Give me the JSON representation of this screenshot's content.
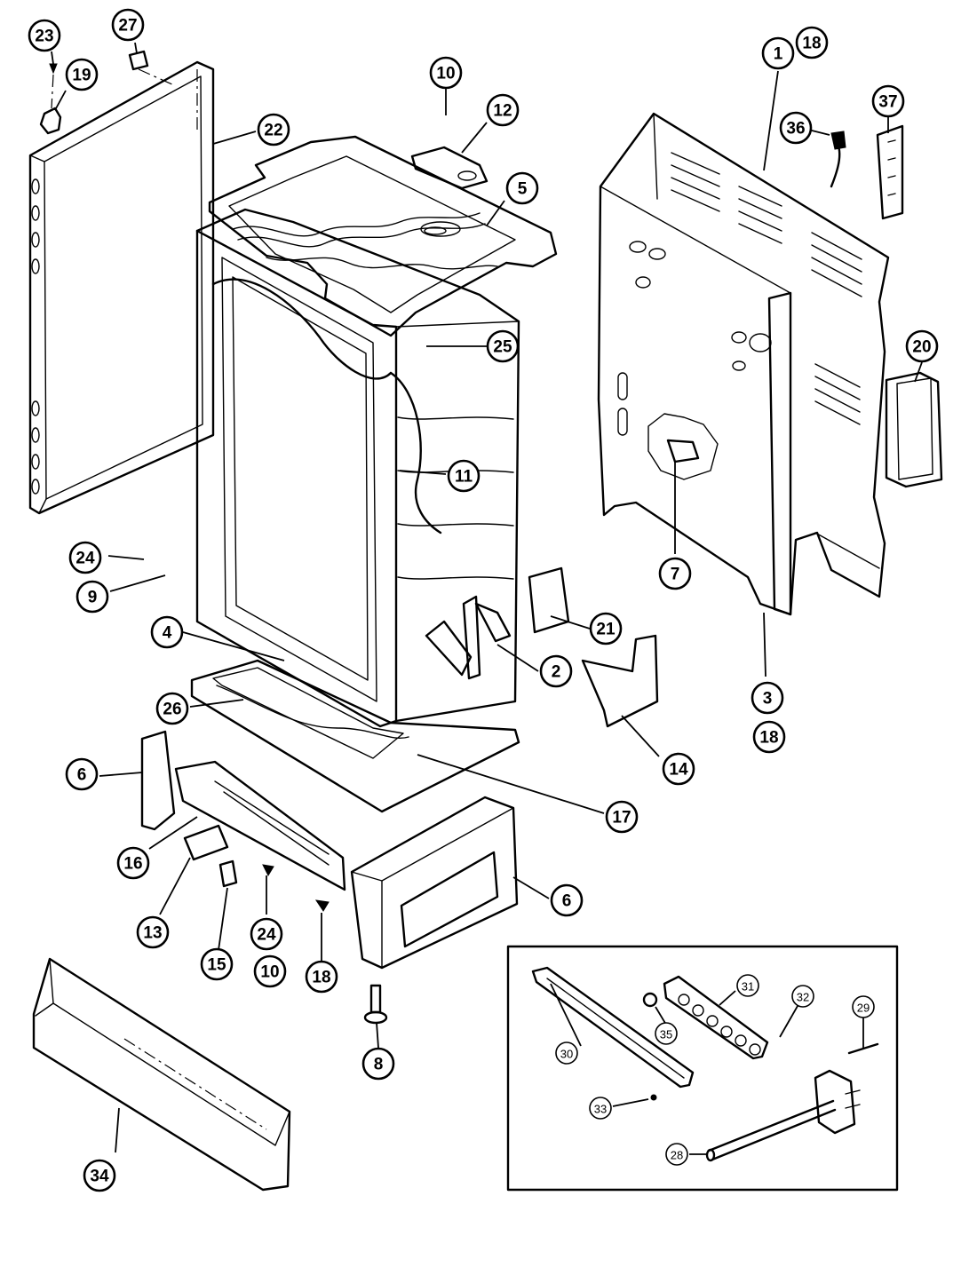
{
  "diagram": {
    "callouts": [
      {
        "id": "c23",
        "label": "23"
      },
      {
        "id": "c27",
        "label": "27"
      },
      {
        "id": "c19",
        "label": "19"
      },
      {
        "id": "c22",
        "label": "22"
      },
      {
        "id": "c10a",
        "label": "10"
      },
      {
        "id": "c12",
        "label": "12"
      },
      {
        "id": "c5",
        "label": "5"
      },
      {
        "id": "c1",
        "label": "1"
      },
      {
        "id": "c18a",
        "label": "18"
      },
      {
        "id": "c36",
        "label": "36"
      },
      {
        "id": "c37",
        "label": "37"
      },
      {
        "id": "c25",
        "label": "25"
      },
      {
        "id": "c20",
        "label": "20"
      },
      {
        "id": "c11",
        "label": "11"
      },
      {
        "id": "c24a",
        "label": "24"
      },
      {
        "id": "c9",
        "label": "9"
      },
      {
        "id": "c7",
        "label": "7"
      },
      {
        "id": "c21",
        "label": "21"
      },
      {
        "id": "c4",
        "label": "4"
      },
      {
        "id": "c2",
        "label": "2"
      },
      {
        "id": "c3",
        "label": "3"
      },
      {
        "id": "c18b",
        "label": "18"
      },
      {
        "id": "c26",
        "label": "26"
      },
      {
        "id": "c14",
        "label": "14"
      },
      {
        "id": "c6a",
        "label": "6"
      },
      {
        "id": "c17",
        "label": "17"
      },
      {
        "id": "c16",
        "label": "16"
      },
      {
        "id": "c6b",
        "label": "6"
      },
      {
        "id": "c13",
        "label": "13"
      },
      {
        "id": "c24b",
        "label": "24"
      },
      {
        "id": "c10b",
        "label": "10"
      },
      {
        "id": "c15",
        "label": "15"
      },
      {
        "id": "c18c",
        "label": "18"
      },
      {
        "id": "c8",
        "label": "8"
      },
      {
        "id": "c34",
        "label": "34"
      },
      {
        "id": "c31",
        "label": "31"
      },
      {
        "id": "c32",
        "label": "32"
      },
      {
        "id": "c29",
        "label": "29"
      },
      {
        "id": "c35",
        "label": "35"
      },
      {
        "id": "c30",
        "label": "30"
      },
      {
        "id": "c33",
        "label": "33"
      },
      {
        "id": "c28",
        "label": "28"
      }
    ]
  }
}
